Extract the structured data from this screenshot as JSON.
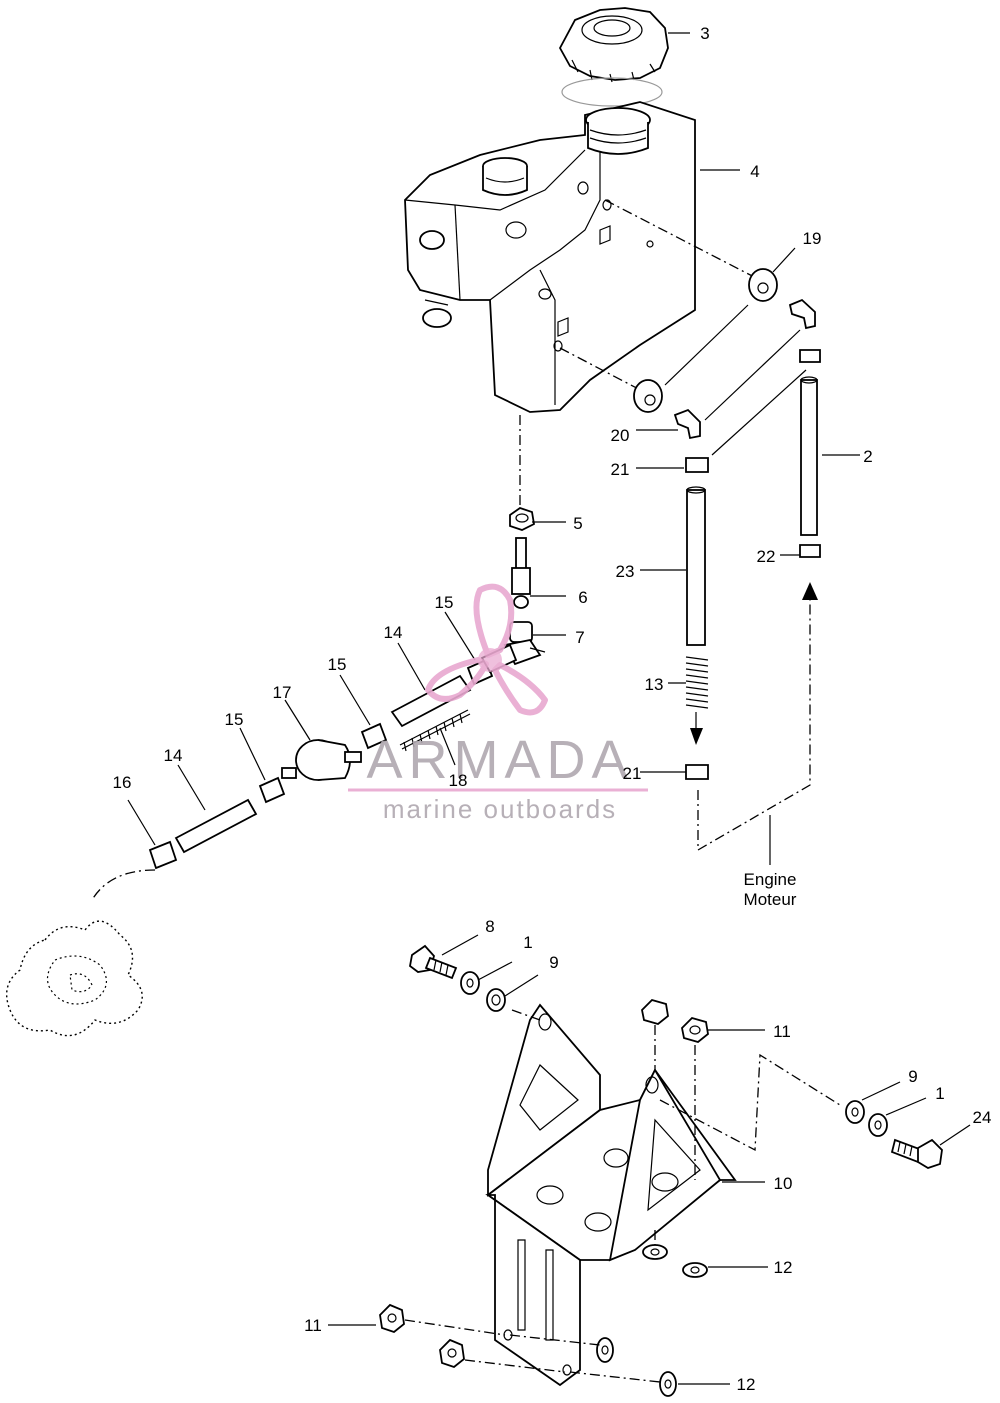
{
  "callouts": [
    "1",
    "2",
    "3",
    "4",
    "5",
    "6",
    "7",
    "8",
    "9",
    "10",
    "11",
    "12",
    "13",
    "14",
    "15",
    "16",
    "17",
    "18",
    "19",
    "20",
    "21",
    "22",
    "23",
    "24"
  ],
  "engine_label": {
    "line1": "Engine",
    "line2": "Moteur"
  },
  "watermark": {
    "brand": "ARMADA",
    "tagline": "marine outboards",
    "color": "#e8a8d0",
    "text_color": "#b0a8b0"
  }
}
